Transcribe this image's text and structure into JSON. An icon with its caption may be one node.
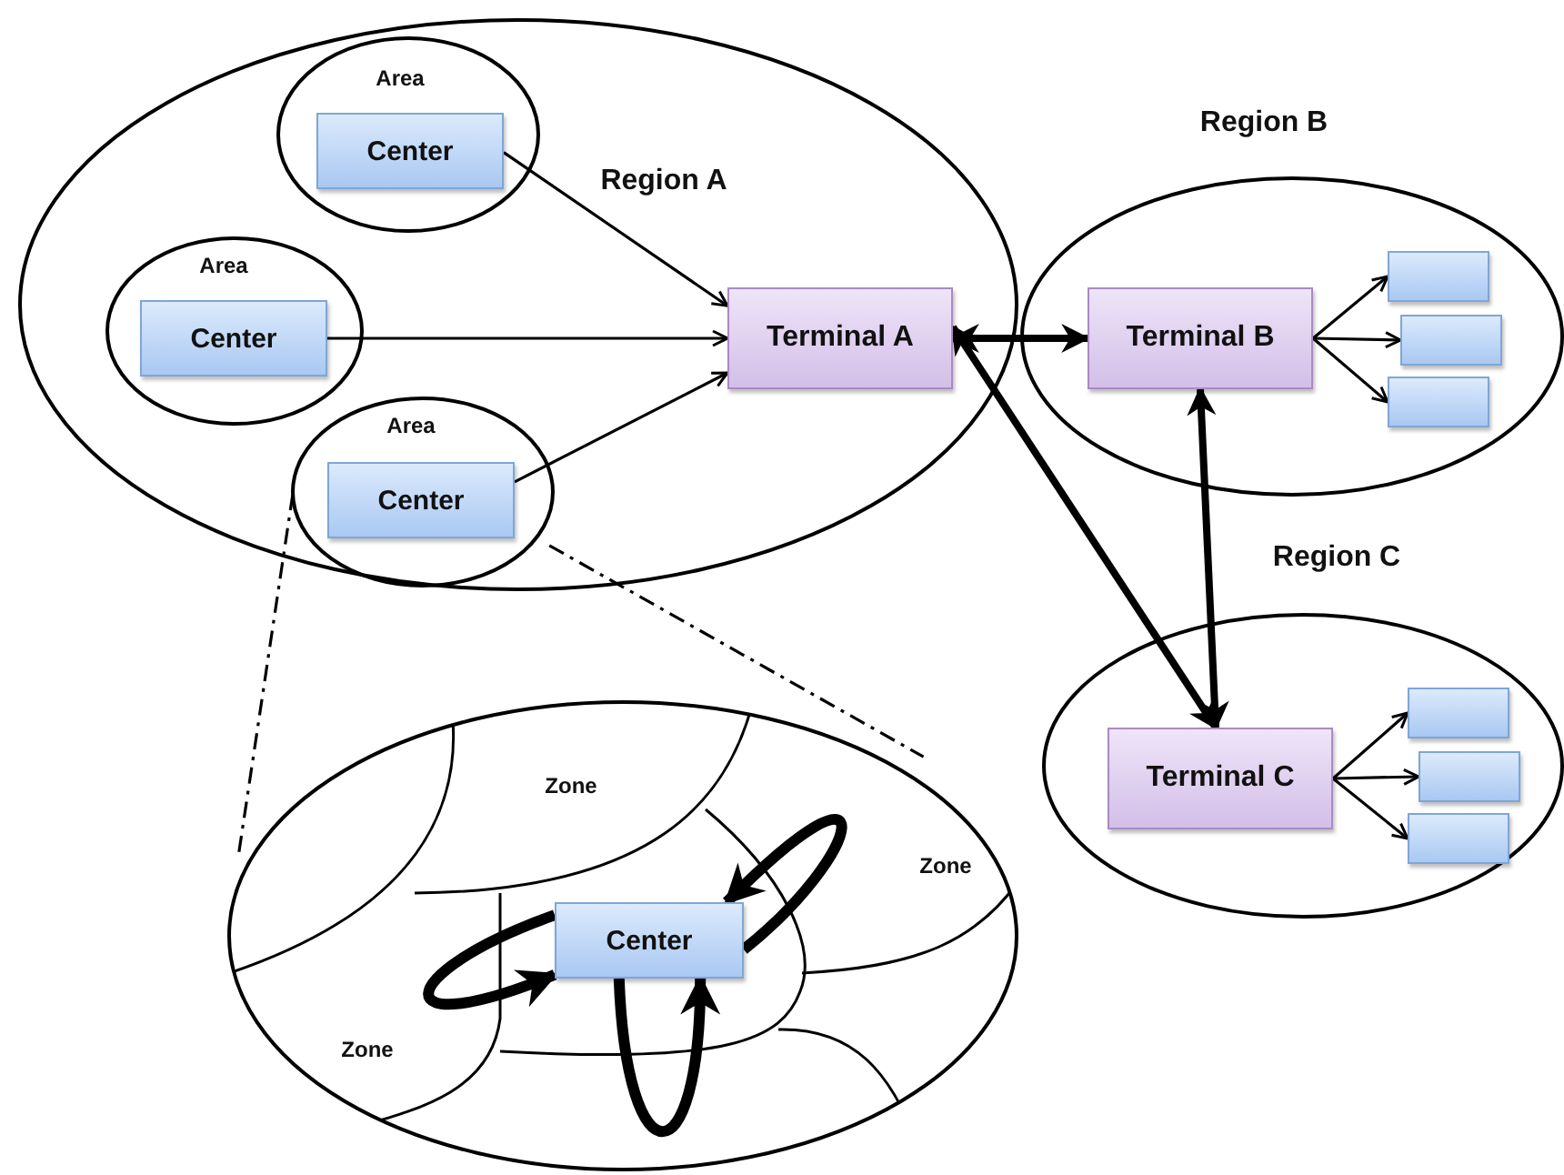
{
  "diagram": {
    "nodes": [
      {
        "text": [
          "Region A"
        ]
      },
      {
        "text": [
          "Area"
        ],
        "in": 0
      },
      {
        "text": [
          "Center"
        ],
        "in": 1
      },
      {
        "text": [
          "Area"
        ],
        "in": 0
      },
      {
        "text": [
          "Center"
        ],
        "in": 3
      },
      {
        "text": [
          "Area"
        ],
        "in": 0
      },
      {
        "text": [
          "Center"
        ],
        "in": 5
      },
      {
        "text": [
          "Terminal A"
        ],
        "in": 0
      },
      {
        "text": [
          "Region B"
        ]
      },
      {
        "text": [
          "Terminal B"
        ],
        "in": 8
      },
      {
        "text": [],
        "shape": "box",
        "in": 8
      },
      {
        "text": [],
        "shape": "box",
        "in": 8
      },
      {
        "text": [],
        "shape": "box",
        "in": 8
      },
      {
        "text": [
          "Region C"
        ]
      },
      {
        "text": [
          "Terminal C"
        ],
        "in": 13
      },
      {
        "text": [],
        "shape": "box",
        "in": 13
      },
      {
        "text": [],
        "shape": "box",
        "in": 13
      },
      {
        "text": [],
        "shape": "box",
        "in": 13
      },
      {
        "text": [],
        "shape": "ellipse"
      },
      {
        "text": [
          "Center"
        ],
        "in": 18
      }
    ],
    "edges": [
      {
        "from": 2,
        "to": 7,
        "arrow": "to"
      },
      {
        "from": 4,
        "to": 7,
        "arrow": "to"
      },
      {
        "from": 6,
        "to": 7,
        "arrow": "to"
      },
      {
        "from": 7,
        "to": 9,
        "arrow": "both",
        "style": "thick"
      },
      {
        "from": 7,
        "to": 14,
        "arrow": "both",
        "style": "thick"
      },
      {
        "from": 9,
        "to": 14,
        "arrow": "both",
        "style": "thick"
      },
      {
        "from": 9,
        "to": 10,
        "arrow": "to"
      },
      {
        "from": 9,
        "to": 11,
        "arrow": "to"
      },
      {
        "from": 9,
        "to": 12,
        "arrow": "to"
      },
      {
        "from": 14,
        "to": 15,
        "arrow": "to"
      },
      {
        "from": 14,
        "to": 16,
        "arrow": "to"
      },
      {
        "from": 14,
        "to": 17,
        "arrow": "to"
      },
      {
        "from": 5,
        "to": 18,
        "arrow": "none",
        "style": "dashed"
      },
      {
        "from": 5,
        "to": 18,
        "arrow": "none",
        "style": "dashed"
      },
      {
        "from": 19,
        "to": 19,
        "arrow": "to",
        "style": "thick"
      },
      {
        "from": 19,
        "to": 19,
        "arrow": "to",
        "style": "thick"
      },
      {
        "from": 19,
        "to": 19,
        "arrow": "to",
        "style": "thick"
      }
    ],
    "labels": [
      "Zone",
      "Zone",
      "Zone"
    ]
  }
}
